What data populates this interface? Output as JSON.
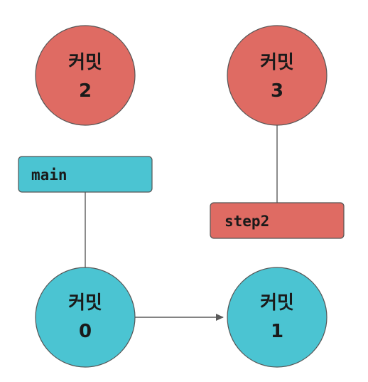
{
  "colors": {
    "unmerged_commit": "#df6b63",
    "merged_commit": "#4bc4d2",
    "branch_label_main": "#4bc4d2",
    "branch_label_step2": "#df6b63",
    "line": "#5a5a5a"
  },
  "commits": [
    {
      "id": "c0",
      "line1": "커밋",
      "line2": "0",
      "color": "merged_commit"
    },
    {
      "id": "c1",
      "line1": "커밋",
      "line2": "1",
      "color": "merged_commit"
    },
    {
      "id": "c2",
      "line1": "커밋",
      "line2": "2",
      "color": "unmerged_commit"
    },
    {
      "id": "c3",
      "line1": "커밋",
      "line2": "3",
      "color": "unmerged_commit"
    }
  ],
  "branches": [
    {
      "id": "main",
      "label": "main",
      "color": "branch_label_main"
    },
    {
      "id": "step2",
      "label": "step2",
      "color": "branch_label_step2"
    }
  ]
}
